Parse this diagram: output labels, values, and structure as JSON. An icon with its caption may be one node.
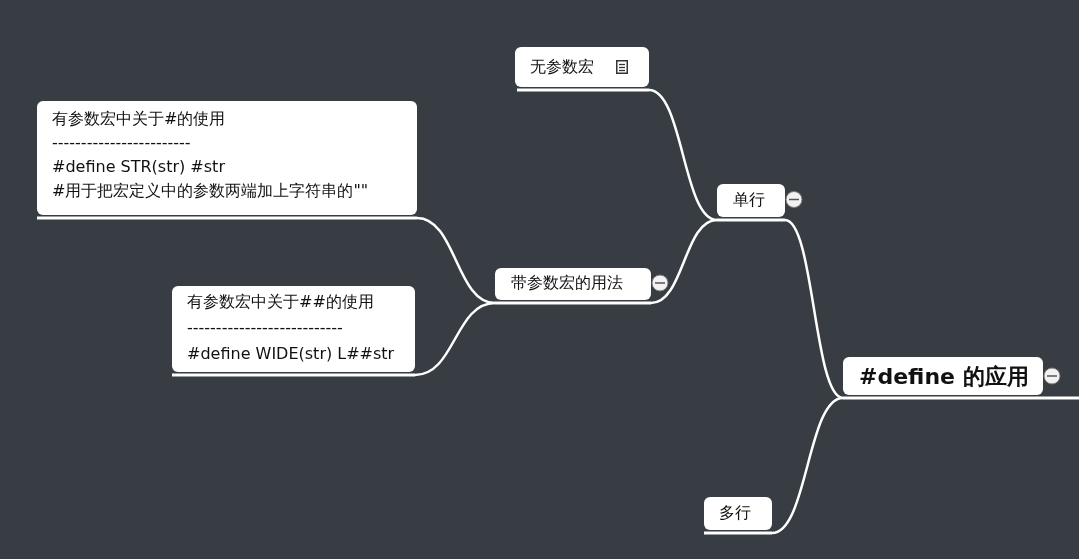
{
  "diagram": {
    "nodes": [
      {
        "text": [
          "#define 的应用"
        ]
      },
      {
        "text": [
          "单行"
        ]
      },
      {
        "text": [
          "多行"
        ]
      },
      {
        "text": [
          "无参数宏"
        ]
      },
      {
        "text": [
          "带参数宏的用法"
        ]
      },
      {
        "text": [
          "有参数宏中关于#的使用",
          "------------------------",
          "#define STR(str) #str",
          "#用于把宏定义中的参数两端加上字符串的\"\""
        ]
      },
      {
        "text": [
          "有参数宏中关于##的使用",
          "---------------------------",
          "#define WIDE(str) L##str"
        ]
      }
    ],
    "edges": [
      {
        "from": 0,
        "to": 1,
        "arrow": "none"
      },
      {
        "from": 0,
        "to": 2,
        "arrow": "none"
      },
      {
        "from": 1,
        "to": 3,
        "arrow": "none"
      },
      {
        "from": 1,
        "to": 4,
        "arrow": "none"
      },
      {
        "from": 4,
        "to": 5,
        "arrow": "none"
      },
      {
        "from": 4,
        "to": 6,
        "arrow": "none"
      }
    ]
  }
}
